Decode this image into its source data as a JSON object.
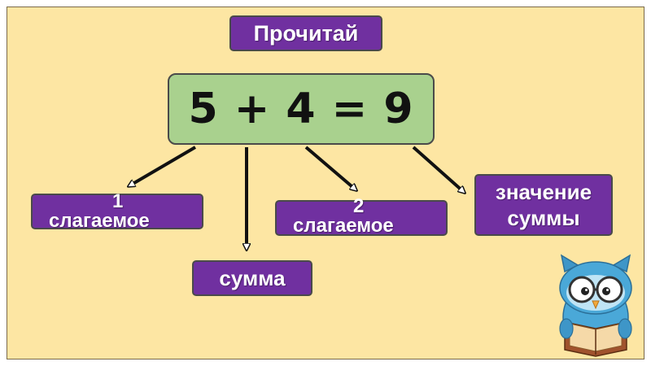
{
  "slide": {
    "title": "Прочитай",
    "equation": "5 + 4 = 9",
    "labels": {
      "addend1_number": "1",
      "addend1_word": "слагаемое",
      "sum": "сумма",
      "addend2_number": "2",
      "addend2_word": "слагаемое",
      "sum_value_line1": "значение",
      "sum_value_line2": "суммы"
    },
    "colors": {
      "background": "#fde6a3",
      "label_fill": "#7030a0",
      "equation_fill": "#a9d18e",
      "owl_body": "#4aa8d8"
    },
    "icons": [
      "arrow-icon",
      "owl-reading-book-icon"
    ]
  }
}
